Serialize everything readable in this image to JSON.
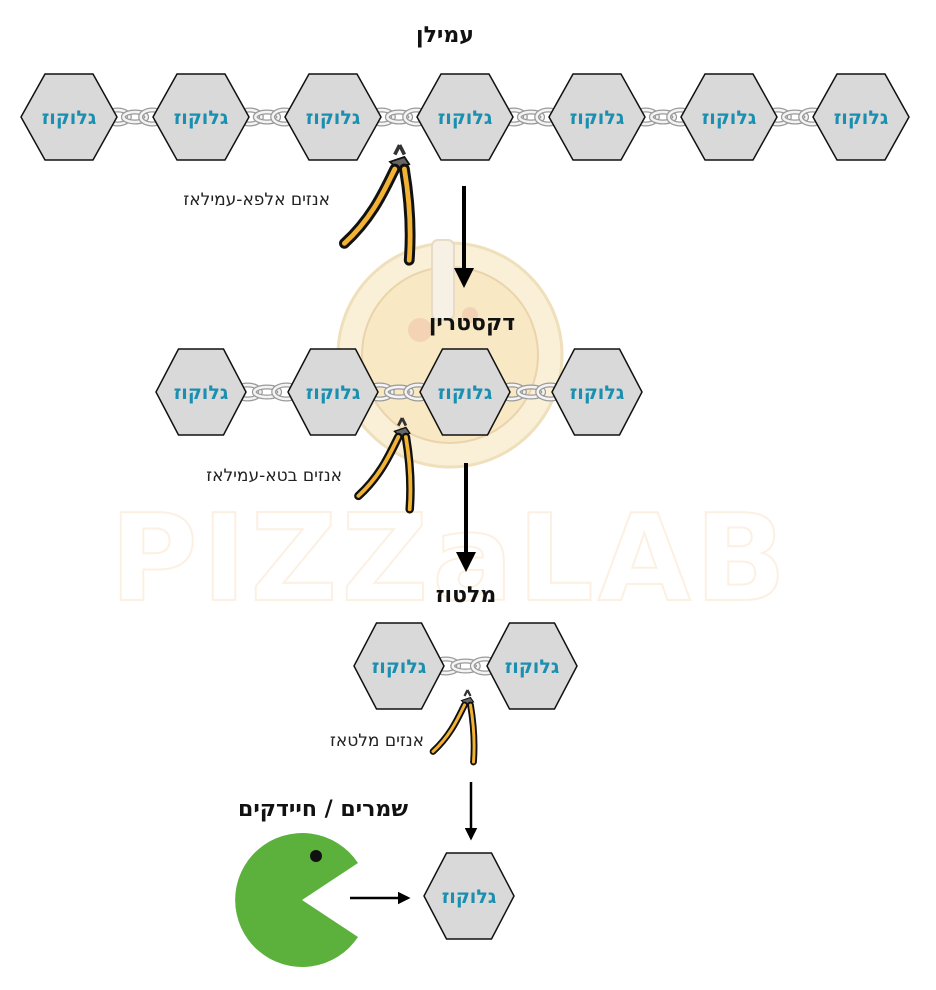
{
  "colors": {
    "hexagon_fill": "#d9d9d9",
    "hexagon_stroke": "#111111",
    "glucose_text": "#1a8fb0",
    "pacman": "#5bb13c",
    "plier_handle": "#f2b233",
    "plier_outline": "#111111",
    "watermark": "#f4c99a"
  },
  "watermark": {
    "logo_text": "PIZZaLAB"
  },
  "stages": [
    {
      "title": "עמילן",
      "glucose_label": "גלוקוז",
      "unit_count": 7,
      "enzyme": "אנזים אלפא-עמילאז"
    },
    {
      "title": "דקסטרין",
      "glucose_label": "גלוקוז",
      "unit_count": 4,
      "enzyme": "אנזים בטא-עמילאז"
    },
    {
      "title": "מלטוז",
      "glucose_label": "גלוקוז",
      "unit_count": 2,
      "enzyme": "אנזים מלטאז"
    },
    {
      "title": "שמרים / חיידקים",
      "glucose_label": "גלוקוז",
      "unit_count": 1,
      "enzyme": ""
    }
  ],
  "icons": {
    "pliers": "pliers-icon",
    "chain_link": "chain-link-icon",
    "yeast": "pacman-yeast-icon",
    "arrow": "arrow-down-icon"
  }
}
